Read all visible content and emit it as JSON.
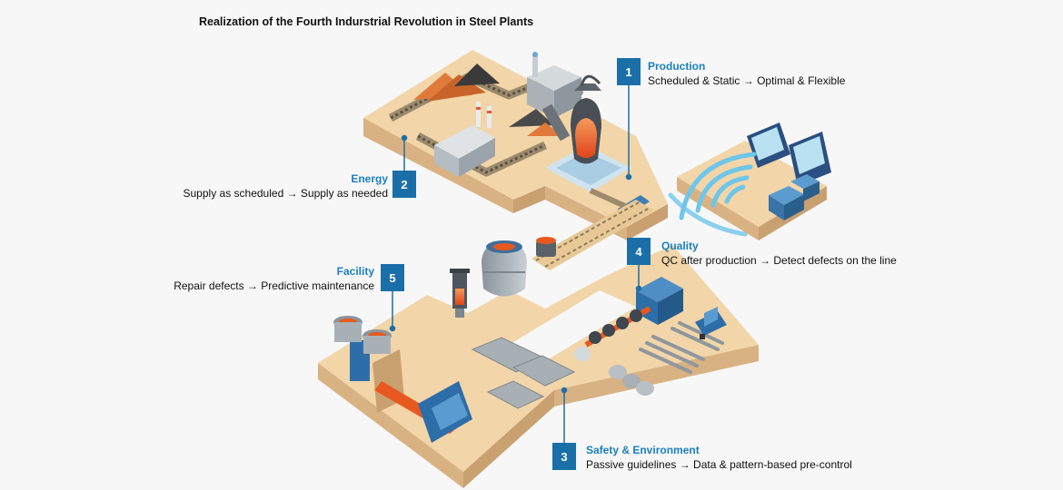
{
  "title": "Realization of the Fourth Indurstrial Revolution in Steel Plants",
  "items": [
    {
      "num": "1",
      "heading": "Production",
      "desc": "Scheduled & Static → Optimal & Flexible"
    },
    {
      "num": "2",
      "heading": "Energy",
      "desc": "Supply as scheduled → Supply as needed"
    },
    {
      "num": "3",
      "heading": "Safety & Environment",
      "desc": "Passive guidelines → Data & pattern-based pre-control"
    },
    {
      "num": "4",
      "heading": "Quality",
      "desc": "QC after production → Detect defects on the line"
    },
    {
      "num": "5",
      "heading": "Facility",
      "desc": "Repair defects → Predictive maintenance"
    }
  ],
  "colors": {
    "badge": "#1b6fa8",
    "heading": "#1b7fc0",
    "platform_top": "#f2d5a8",
    "platform_side": "#d9b283",
    "molten": "#e8591f",
    "wireless": "#6ec6ea"
  }
}
